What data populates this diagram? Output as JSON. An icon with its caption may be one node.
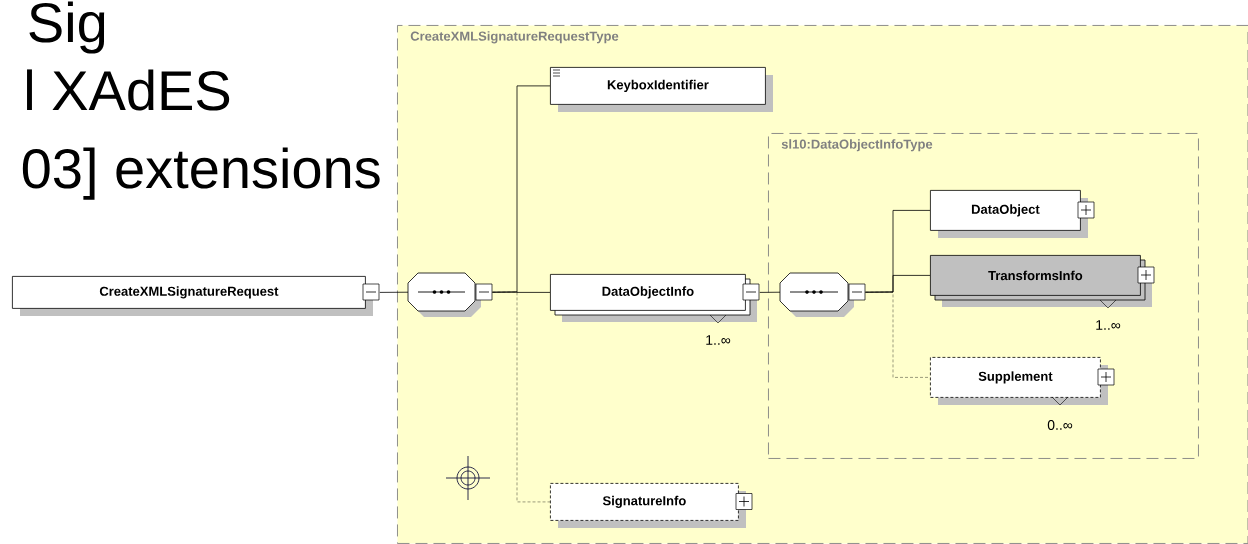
{
  "diagram": {
    "nodes": [
      {
        "text": [
          "CreateXMLSignatureRequestType"
        ]
      },
      {
        "text": [
          "CreateXMLSignatureRequest"
        ]
      },
      {
        "text": [],
        "shape": "octagon",
        "in": 0
      },
      {
        "text": [
          "KeyboxIdentifier"
        ],
        "in": 0
      },
      {
        "text": [
          "DataObjectInfo"
        ],
        "in": 0,
        "beside": [
          "1..∞"
        ]
      },
      {
        "text": [
          "sl10:DataObjectInfoType"
        ],
        "in": 0
      },
      {
        "text": [],
        "shape": "octagon",
        "in": 5
      },
      {
        "text": [
          "DataObject"
        ],
        "in": 5
      },
      {
        "text": [
          "TransformsInfo"
        ],
        "in": 5,
        "beside": [
          "1..∞"
        ]
      },
      {
        "text": [
          "Supplement"
        ],
        "in": 5,
        "beside": [
          "0..∞"
        ]
      },
      {
        "text": [
          "SignatureInfo"
        ],
        "in": 0
      }
    ],
    "edges": [
      {
        "from": 1,
        "to": 2,
        "arrow": "none"
      },
      {
        "from": 2,
        "to": 3,
        "arrow": "none"
      },
      {
        "from": 2,
        "to": 4,
        "arrow": "none"
      },
      {
        "from": 2,
        "to": 10,
        "arrow": "none",
        "style": "dashed"
      },
      {
        "from": 4,
        "to": 6,
        "arrow": "none"
      },
      {
        "from": 6,
        "to": 7,
        "arrow": "none"
      },
      {
        "from": 6,
        "to": 8,
        "arrow": "none"
      },
      {
        "from": 6,
        "to": 9,
        "arrow": "none",
        "style": "dashed"
      }
    ],
    "labels": [
      "Sig",
      "l XAdES",
      "03] extensions"
    ]
  }
}
